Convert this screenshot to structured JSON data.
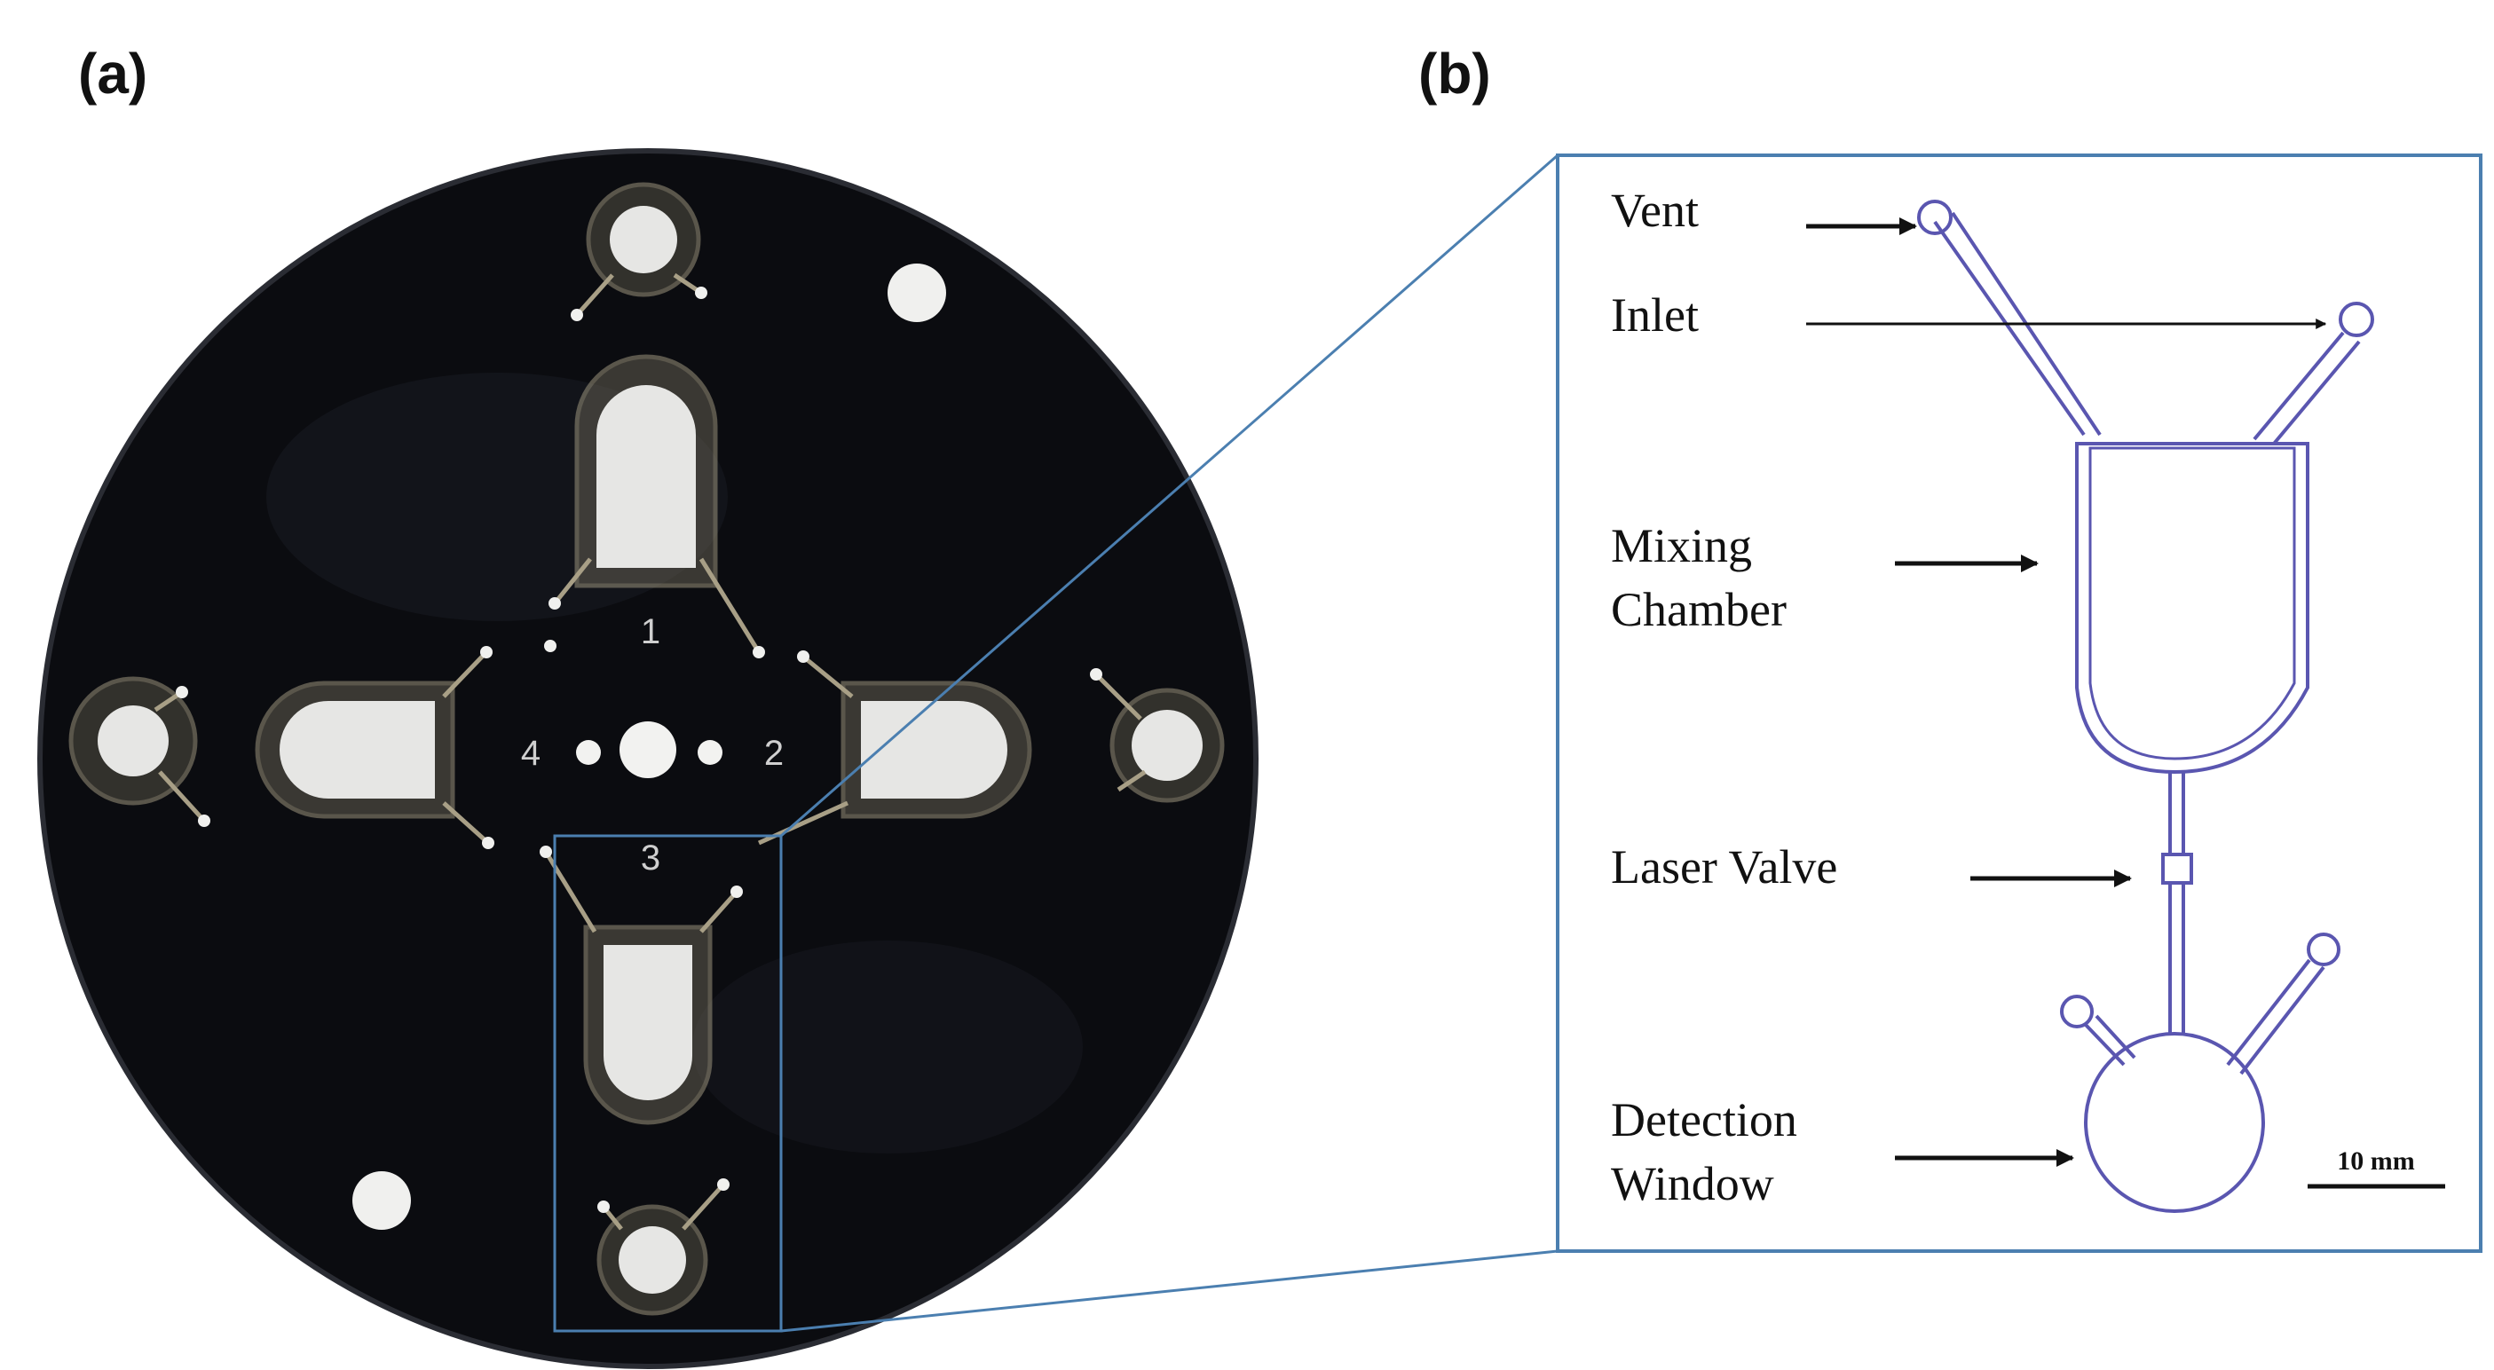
{
  "panels": {
    "a": {
      "label": "(a)"
    },
    "b": {
      "label": "(b)"
    }
  },
  "disc": {
    "chamber_numbers": [
      "1",
      "2",
      "3",
      "4"
    ]
  },
  "schematic": {
    "annotations": {
      "vent": "Vent",
      "inlet": "Inlet",
      "mixing_line1": "Mixing",
      "mixing_line2": "Chamber",
      "laser_valve": "Laser Valve",
      "detection_line1": "Detection",
      "detection_line2": "Window"
    },
    "scale_bar": "10 mm"
  },
  "colors": {
    "disc": "#0b0c10",
    "channel": "#5a56b0",
    "callout_frame": "#4b7fb0",
    "arrow": "#111111",
    "chamber_fill": "#e6e6e4"
  }
}
